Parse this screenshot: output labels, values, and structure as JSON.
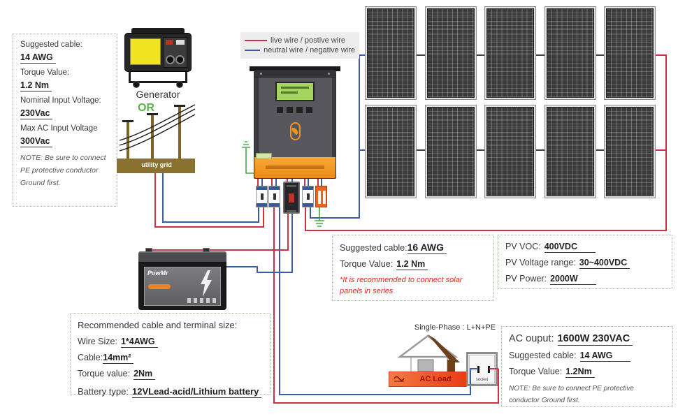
{
  "legend": {
    "live_label": "live wire / postive wire",
    "neutral_label": "neutral wire / negative wire",
    "live_color": "#cf3043",
    "neutral_color": "#3c5da5"
  },
  "sources": {
    "generator_label": "Generator",
    "or_label": "OR",
    "utility_grid_label": "utility grid"
  },
  "box_ac_input": {
    "cable_label": "Suggested cable:",
    "cable_value": "14 AWG",
    "torque_label": "Torque Value:",
    "torque_value": "1.2 Nm",
    "nominal_label": "Nominal Input Voltage:",
    "nominal_value": "230Vac",
    "max_label": "Max AC Input Voltage",
    "max_value": "300Vac",
    "note": "NOTE:  Be sure to  connect PE protective  conductor Ground first."
  },
  "box_pv_cable": {
    "cable_label": "Suggested cable:",
    "cable_value": "16 AWG",
    "torque_label": "Torque Value:",
    "torque_value": "1.2 Nm",
    "warning": "*It is recommended to connect solar panels in series"
  },
  "box_pv_spec": {
    "voc_label": "PV VOC:",
    "voc_value": "400VDC",
    "range_label": "PV Voltage range:",
    "range_value": "30~400VDC",
    "power_label": "PV Power:",
    "power_value": "2000W"
  },
  "box_battery": {
    "title": "Recommended cable and terminal size:",
    "wire_label": "Wire Size:",
    "wire_value": "1*4AWG",
    "cable_label": "Cable:",
    "cable_value": "14mm²",
    "torque_label": "Torque value:",
    "torque_value": "2Nm",
    "type_label": "Battery type:",
    "type_value": "12VLead-acid/Lithium battery"
  },
  "box_ac_output": {
    "title_label": "AC ouput:",
    "title_value": "1600W 230VAC",
    "cable_label": "Suggested cable:",
    "cable_value": "14 AWG",
    "torque_label": "Torque Value:",
    "torque_value": "1.2Nm",
    "note": "NOTE:  Be sure to  connect PE  protective  conductor Ground  first."
  },
  "load": {
    "phase_label": "Single-Phase : L+N+PE",
    "ac_load_label": "AC Load",
    "socket_label": "socket"
  },
  "battery": {
    "brand": "PowMr"
  },
  "solar": {
    "rows": 2,
    "cols": 5
  },
  "colors": {
    "wire_live": "#cf3043",
    "wire_neutral": "#3c5da5",
    "ground": "#45a844",
    "panel_link": "#3f3f3f"
  }
}
